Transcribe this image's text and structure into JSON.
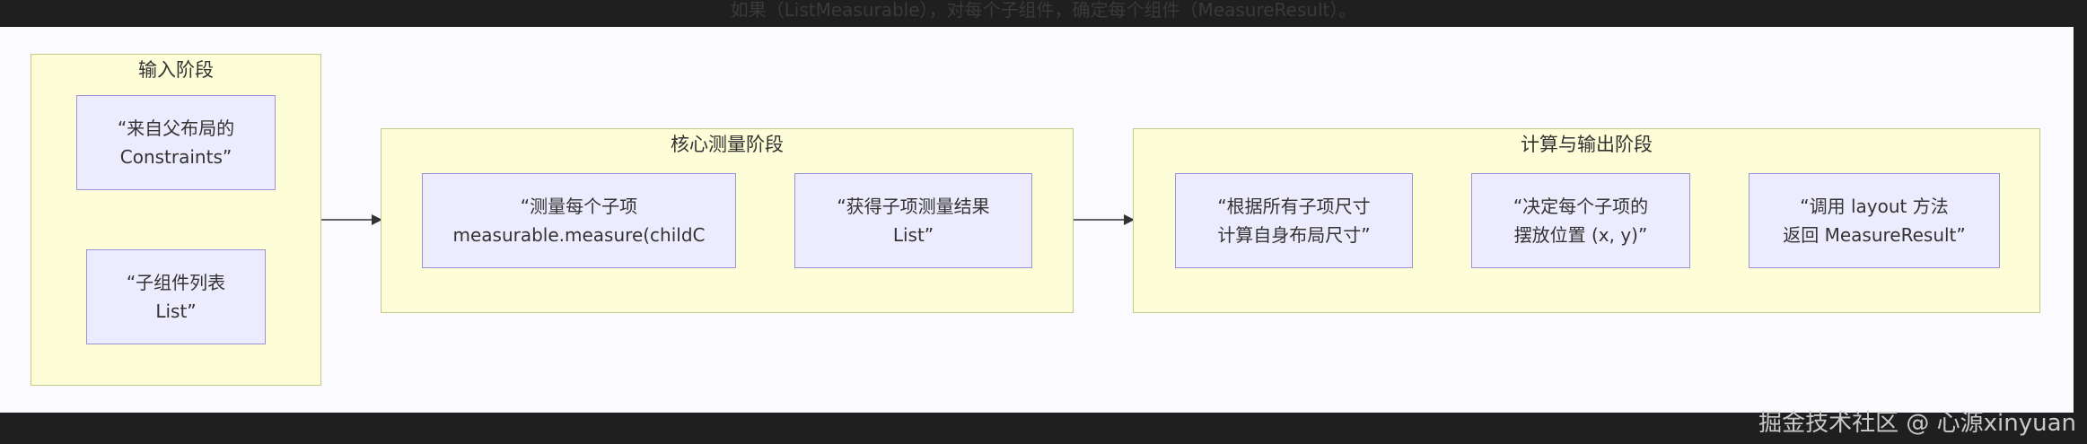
{
  "top_caption": "如果（ListMeasurable），对每个子组件，确定每个组件（MeasureResult）。",
  "diagram": {
    "clusters": {
      "input": {
        "title": "输入阶段"
      },
      "measure": {
        "title": "核心测量阶段"
      },
      "output": {
        "title": "计算与输出阶段"
      }
    },
    "nodes": {
      "constraints": "“来自父布局的\nConstraints”",
      "children": "“子组件列表\nList”",
      "measure_each": "“测量每个子项\nmeasurable.measure(childC",
      "get_results": "“获得子项测量结果\nList”",
      "compute_size": "“根据所有子项尺寸\n计算自身布局尺寸”",
      "place": "“决定每个子项的\n摆放位置 (x, y)”",
      "layout_call": "“调用 layout 方法\n返回 MeasureResult”"
    }
  },
  "watermark": "掘金技术社区 @ 心源xinyuan"
}
